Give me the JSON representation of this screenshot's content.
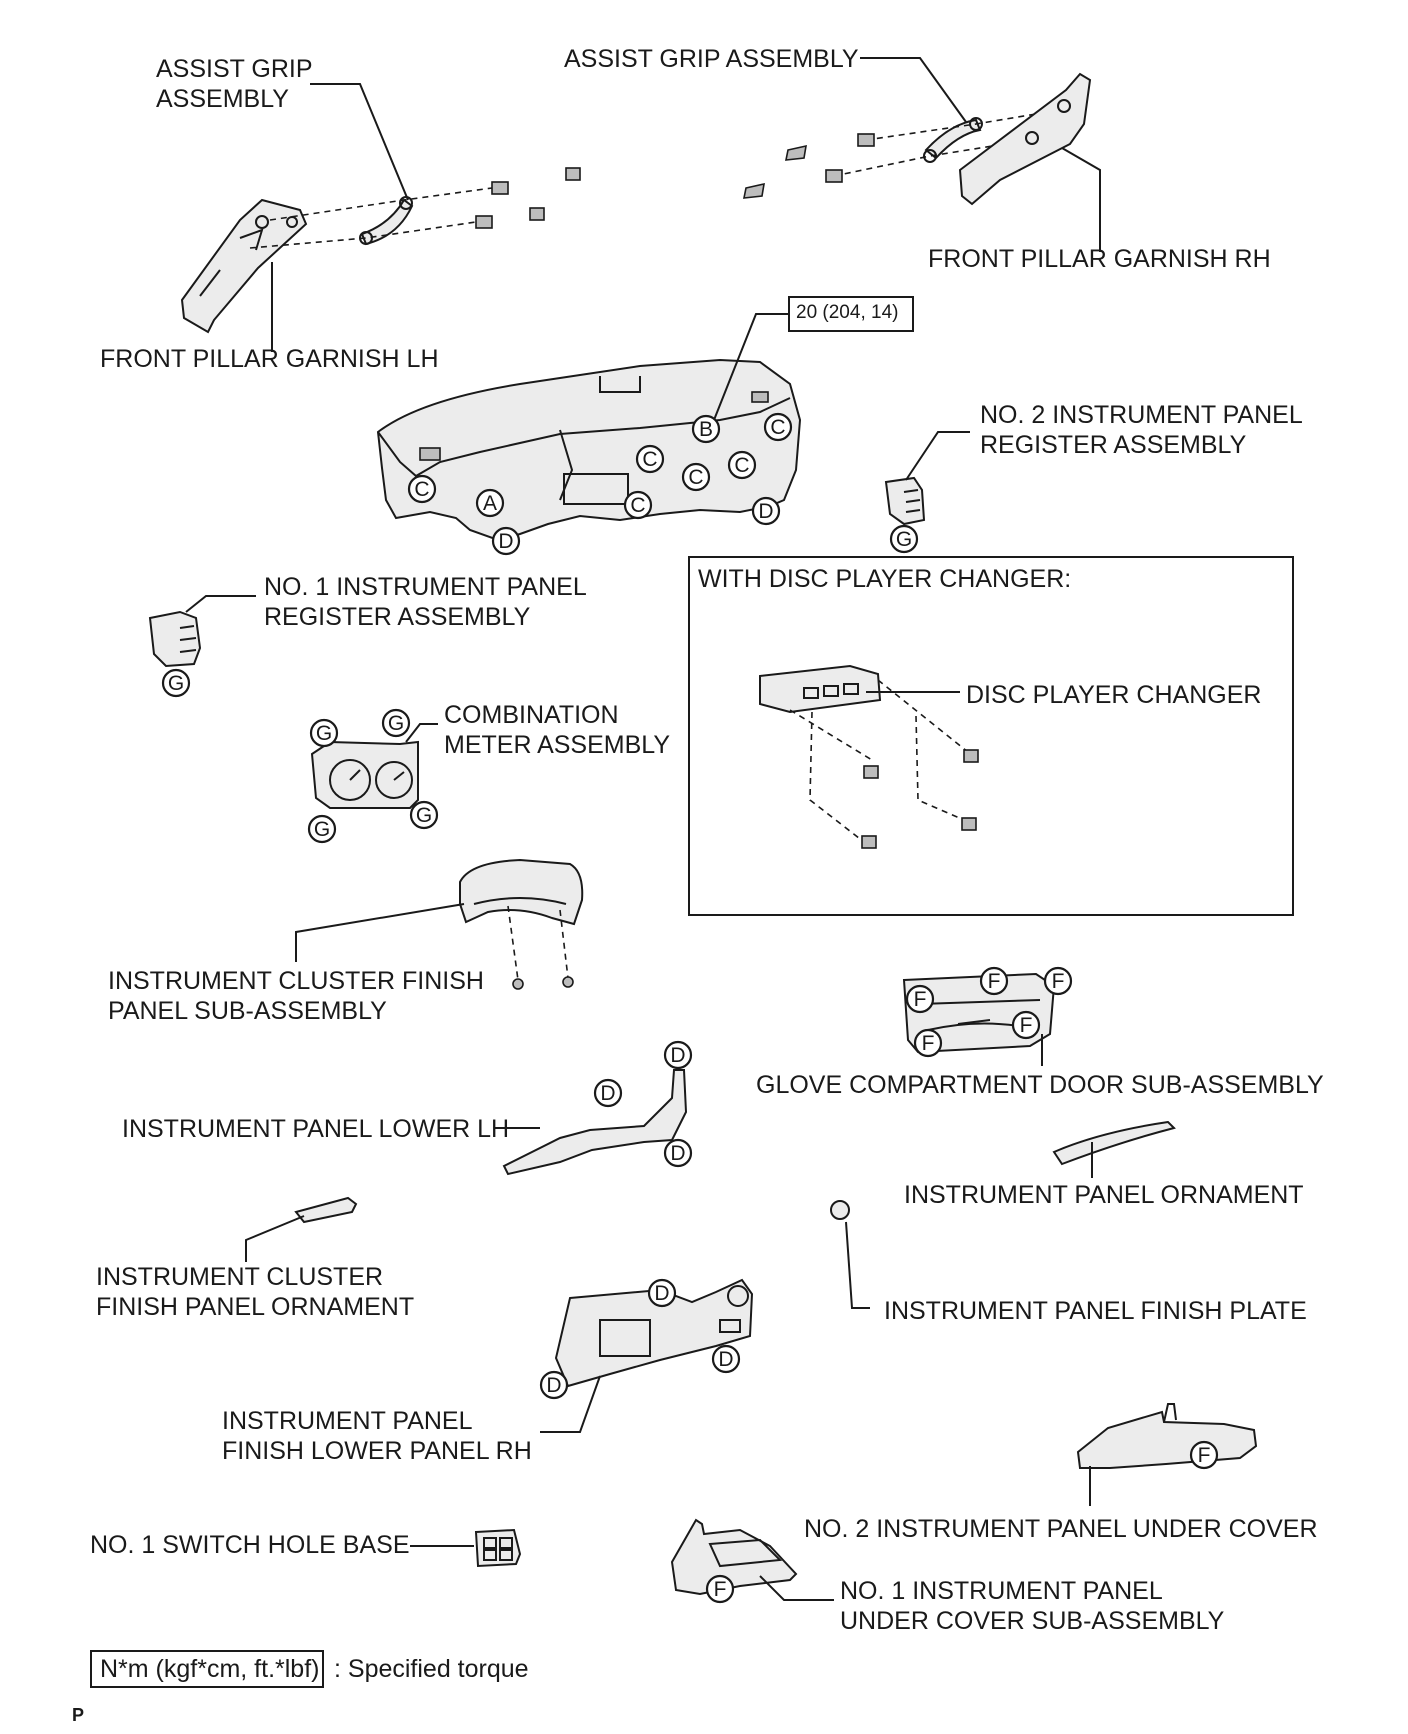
{
  "labels": {
    "assist_grip_lh": [
      "ASSIST GRIP",
      "ASSEMBLY"
    ],
    "assist_grip_rh": "ASSIST GRIP ASSEMBLY",
    "front_pillar_rh": "FRONT PILLAR GARNISH RH",
    "front_pillar_lh": "FRONT PILLAR GARNISH LH",
    "torque_spec": "20 (204, 14)",
    "no2_register": [
      "NO. 2 INSTRUMENT PANEL",
      "REGISTER ASSEMBLY"
    ],
    "no1_register": [
      "NO. 1 INSTRUMENT PANEL",
      "REGISTER ASSEMBLY"
    ],
    "disc_inset_title": "WITH DISC PLAYER CHANGER:",
    "disc_player": "DISC PLAYER CHANGER",
    "combination_meter": [
      "COMBINATION",
      "METER ASSEMBLY"
    ],
    "cluster_finish_panel": [
      "INSTRUMENT CLUSTER FINISH",
      "PANEL SUB-ASSEMBLY"
    ],
    "glove_compartment": "GLOVE COMPARTMENT DOOR SUB-ASSEMBLY",
    "panel_lower_lh": "INSTRUMENT PANEL LOWER LH",
    "panel_ornament": "INSTRUMENT PANEL ORNAMENT",
    "cluster_ornament": [
      "INSTRUMENT CLUSTER",
      "FINISH PANEL ORNAMENT"
    ],
    "finish_plate": "INSTRUMENT PANEL FINISH PLATE",
    "finish_lower_rh": [
      "INSTRUMENT PANEL",
      "FINISH LOWER PANEL RH"
    ],
    "no2_under_cover": "NO. 2 INSTRUMENT PANEL UNDER COVER",
    "switch_hole_base": "NO. 1 SWITCH HOLE BASE",
    "no1_under_cover": [
      "NO. 1 INSTRUMENT PANEL",
      "UNDER COVER SUB-ASSEMBLY"
    ]
  },
  "legend": {
    "unit_box": "N*m (kgf*cm, ft.*lbf)",
    "description": ": Specified torque"
  },
  "footer_code": "P",
  "callouts": {
    "A": "A",
    "B": "B",
    "C": "C",
    "D": "D",
    "F": "F",
    "G": "G"
  }
}
